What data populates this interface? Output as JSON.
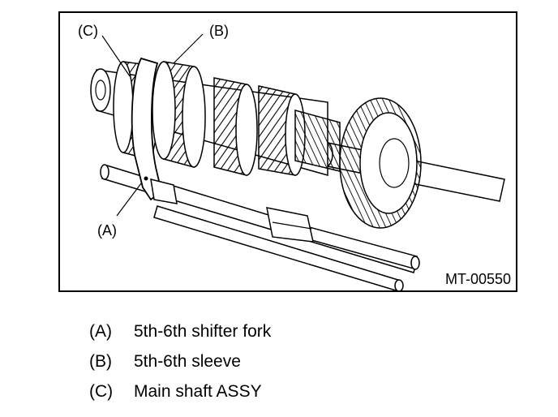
{
  "figure": {
    "code": "MT-00550",
    "callouts": {
      "a": "(A)",
      "b": "(B)",
      "c": "(C)"
    }
  },
  "legend": [
    {
      "key": "(A)",
      "text": "5th-6th shifter fork"
    },
    {
      "key": "(B)",
      "text": "5th-6th sleeve"
    },
    {
      "key": "(C)",
      "text": "Main shaft ASSY"
    }
  ]
}
